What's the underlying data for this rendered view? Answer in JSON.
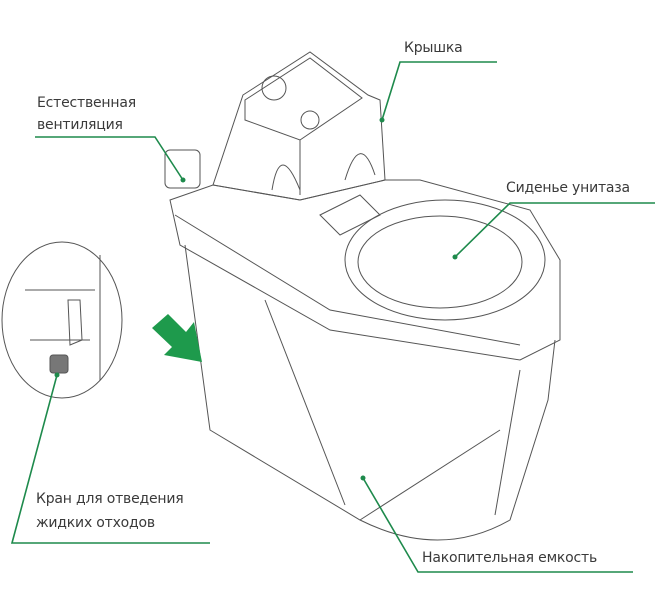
{
  "labels": {
    "lid": "Крышка",
    "ventilation_line1": "Естественная",
    "ventilation_line2": "вентиляция",
    "seat": "Сиденье унитаза",
    "tap_line1": "Кран для отведения",
    "tap_line2": "жидких отходов",
    "tank": "Накопительная емкость"
  },
  "colors": {
    "accent": "#1e8a4c",
    "line": "#4a4a4a"
  }
}
